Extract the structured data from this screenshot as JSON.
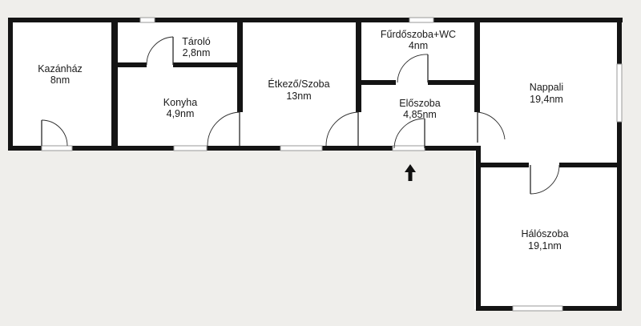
{
  "rooms": [
    {
      "id": "kazanhaz",
      "name": "Kazánház",
      "area": "8nm"
    },
    {
      "id": "tarolo",
      "name": "Tároló",
      "area": "2,8nm"
    },
    {
      "id": "konyha",
      "name": "Konyha",
      "area": "4,9nm"
    },
    {
      "id": "etkezo",
      "name": "Étkező/Szoba",
      "area": "13nm"
    },
    {
      "id": "furdoszoba",
      "name": "Fűrdőszoba+WC",
      "area": "4nm"
    },
    {
      "id": "eloszoba",
      "name": "Előszoba",
      "area": "4,85nm"
    },
    {
      "id": "nappali",
      "name": "Nappali",
      "area": "19,4nm"
    },
    {
      "id": "haloszoba",
      "name": "Hálószoba",
      "area": "19,1nm"
    }
  ],
  "colors": {
    "wall": "#141414",
    "floor": "#ffffff",
    "background": "#efeeeb"
  },
  "icons": {
    "entrance": "arrow-up-icon"
  }
}
